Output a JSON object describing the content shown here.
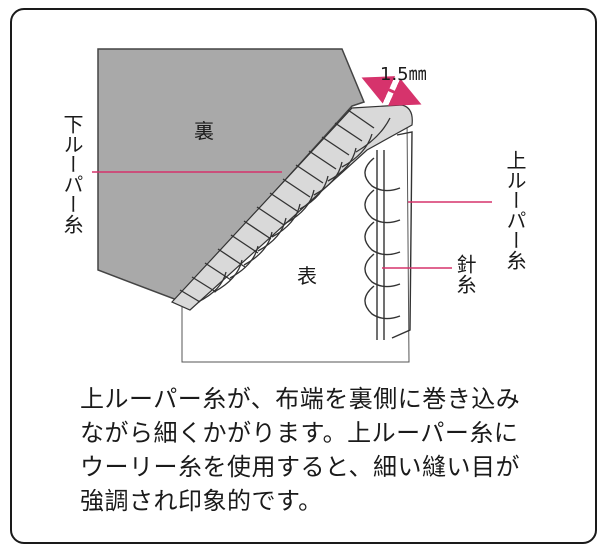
{
  "diagram": {
    "dimension_label": "1.5㎜",
    "label_reverse_side": "裏",
    "label_front_side": "表",
    "label_lower_looper": "下ルーパー糸",
    "label_upper_looper": "上ルーパー糸",
    "label_needle": "針糸"
  },
  "caption": {
    "line1": "上ルーパー糸が、布端を裏側に巻き込み",
    "line2": "ながら細くかがります。上ルーパー糸に",
    "line3": "ウーリー糸を使用すると、細い縫い目が",
    "line4": "強調され印象的です。"
  },
  "colors": {
    "reverse_fabric": "#a9a9a9",
    "front_fabric": "#ffffff",
    "callout_line": "#d6336c",
    "dimension_arrow": "#d6336c",
    "thread": "#333333",
    "text": "#1a1a1a"
  }
}
